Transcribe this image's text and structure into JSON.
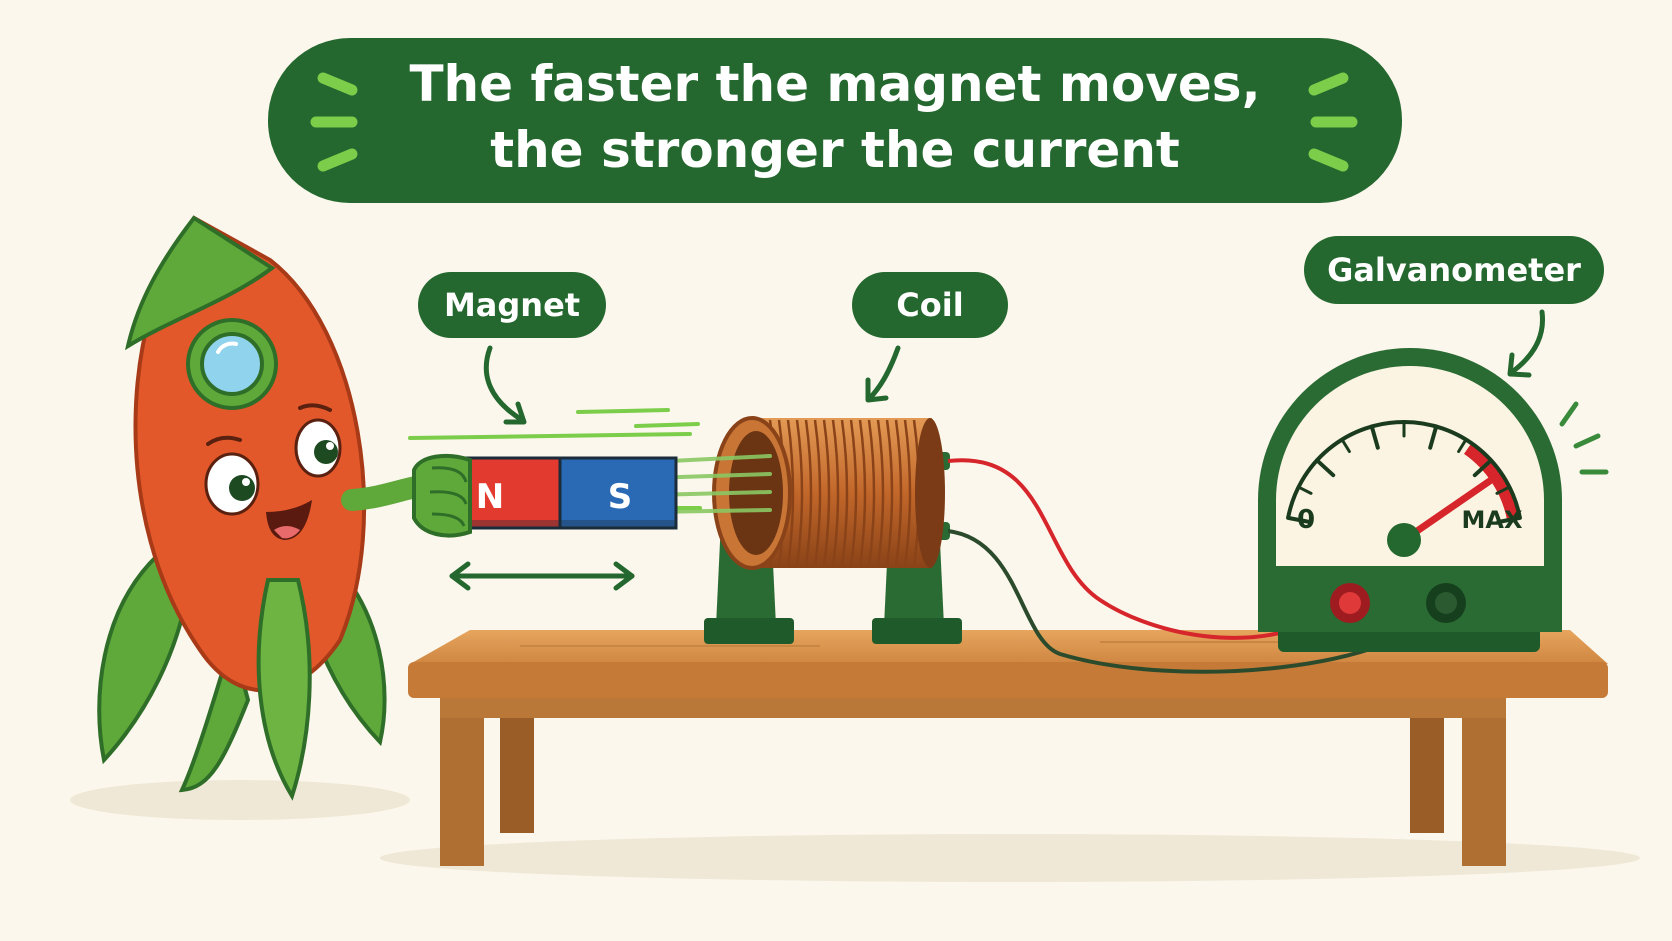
{
  "banner": {
    "line1": "The faster the magnet moves,",
    "line2": "the stronger the current"
  },
  "labels": {
    "magnet": "Magnet",
    "coil": "Coil",
    "galvanometer": "Galvanometer"
  },
  "magnet": {
    "north": "N",
    "south": "S"
  },
  "meter": {
    "min_label": "0",
    "max_label": "MAX",
    "reading_fraction": 0.85
  },
  "colors": {
    "background": "#fbf7ec",
    "brand_green": "#24682f",
    "character_orange": "#e2582a",
    "leaf_green": "#5fa83a",
    "magnet_red": "#e23a2e",
    "magnet_blue": "#2a6ab4",
    "copper": "#c56a2c",
    "wood": "#d98e48",
    "wire_red": "#d6262b",
    "wire_dark": "#2c4b2c"
  }
}
